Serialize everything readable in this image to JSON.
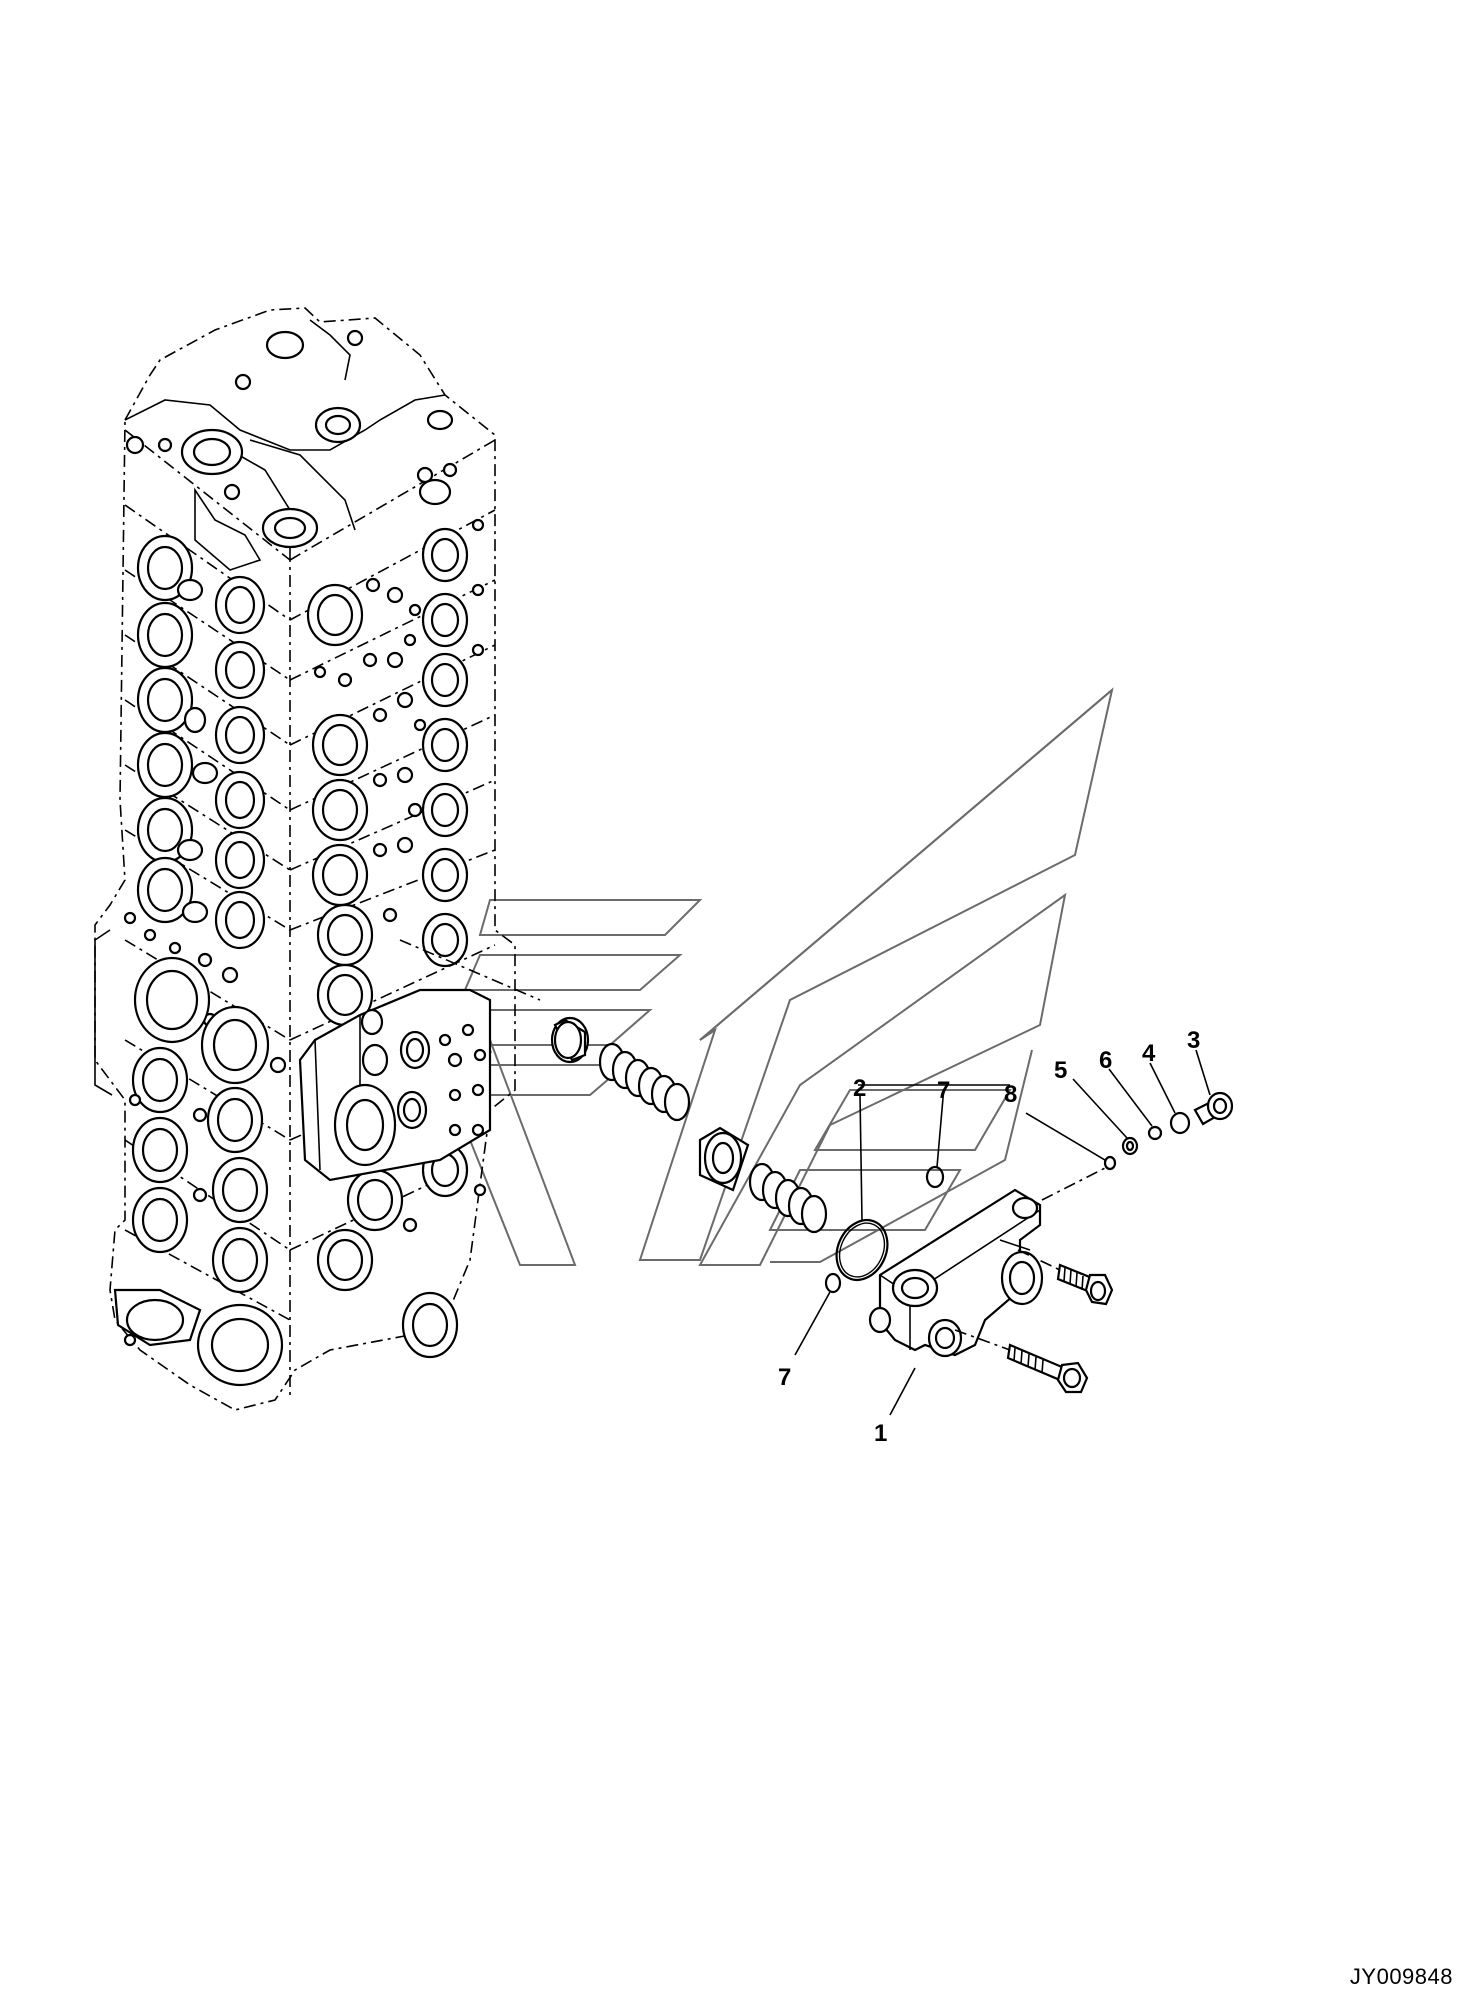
{
  "callouts": {
    "c1": "1",
    "c2": "2",
    "c3": "3",
    "c4": "4",
    "c5": "5",
    "c6": "6",
    "c7a": "7",
    "c7b": "7",
    "c8": "8"
  },
  "figure_ref": "JY009848"
}
